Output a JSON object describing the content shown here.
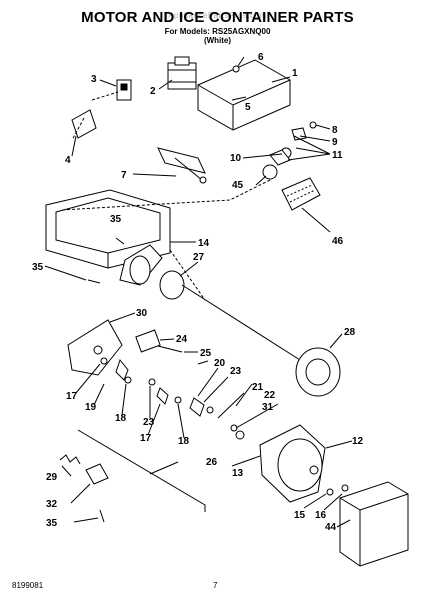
{
  "header": {
    "watermark": "AppliancePartsPros.com",
    "title": "MOTOR AND ICE CONTAINER PARTS",
    "models_line": "For Models: RS25AGXNQ00",
    "color_line": "(White)"
  },
  "footer": {
    "doc_number": "8199081",
    "page_number": "7"
  },
  "callouts": [
    "1",
    "2",
    "3",
    "4",
    "5",
    "6",
    "7",
    "8",
    "9",
    "10",
    "11",
    "12",
    "13",
    "14",
    "15",
    "16",
    "17",
    "17",
    "18",
    "18",
    "19",
    "20",
    "21",
    "22",
    "23",
    "23",
    "24",
    "25",
    "26",
    "27",
    "28",
    "29",
    "30",
    "31",
    "32",
    "35",
    "35",
    "35",
    "44",
    "45",
    "46"
  ]
}
